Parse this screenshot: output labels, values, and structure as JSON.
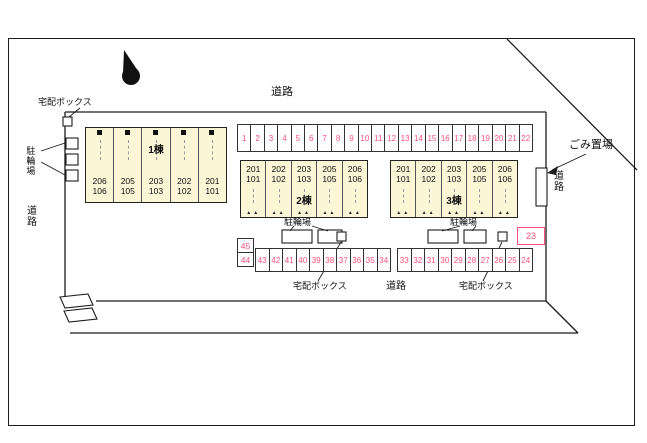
{
  "colors": {
    "accent_pink": "#ff4f7e",
    "building_fill": "#fbf6d6",
    "line_dark": "#1c1c1c"
  },
  "labels": {
    "road_top": "道路",
    "road_left": "道路",
    "road_right": "道路",
    "road_bottom": "道路",
    "delivery_top_left": "宅配ボックス",
    "delivery_bottom_left": "宅配ボックス",
    "delivery_bottom_right": "宅配ボックス",
    "bicycle_left": "駐輪場",
    "bicycle_mid_left": "駐輪場",
    "bicycle_mid_right": "駐輪場",
    "garbage": "ごみ置場"
  },
  "buildings": [
    {
      "name": "1棟",
      "units": [
        {
          "upper": "206",
          "lower": "106"
        },
        {
          "upper": "205",
          "lower": "105"
        },
        {
          "upper": "203",
          "lower": "103"
        },
        {
          "upper": "202",
          "lower": "102"
        },
        {
          "upper": "201",
          "lower": "101"
        }
      ]
    },
    {
      "name": "2棟",
      "units": [
        {
          "upper": "201",
          "lower": "101"
        },
        {
          "upper": "202",
          "lower": "102"
        },
        {
          "upper": "203",
          "lower": "103"
        },
        {
          "upper": "205",
          "lower": "105"
        },
        {
          "upper": "206",
          "lower": "106"
        }
      ]
    },
    {
      "name": "3棟",
      "units": [
        {
          "upper": "201",
          "lower": "101"
        },
        {
          "upper": "202",
          "lower": "102"
        },
        {
          "upper": "203",
          "lower": "103"
        },
        {
          "upper": "205",
          "lower": "105"
        },
        {
          "upper": "206",
          "lower": "106"
        }
      ]
    }
  ],
  "parking": {
    "top_row": [
      "1",
      "2",
      "3",
      "4",
      "5",
      "6",
      "7",
      "8",
      "9",
      "10",
      "11",
      "12",
      "13",
      "14",
      "15",
      "16",
      "17",
      "18",
      "19",
      "20",
      "21",
      "22"
    ],
    "stack": [
      "45",
      "44"
    ],
    "row_lower_left": [
      "43",
      "42",
      "41",
      "40",
      "39",
      "38",
      "37",
      "36",
      "35",
      "34"
    ],
    "row_lower_right": [
      "33",
      "32",
      "31",
      "30",
      "29",
      "28",
      "27",
      "26",
      "25",
      "24"
    ],
    "space_23": "23"
  }
}
